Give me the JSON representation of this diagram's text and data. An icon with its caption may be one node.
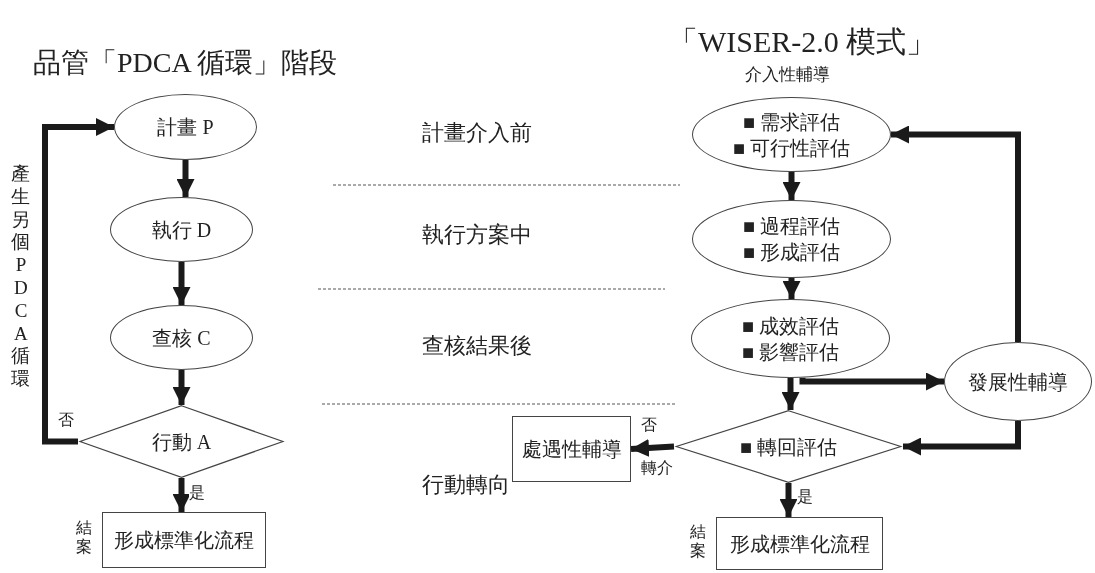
{
  "diagram": {
    "title": "品管「PDCA 循環」階段",
    "nodes": [
      {
        "text": [
          "計畫 P"
        ]
      },
      {
        "text": [
          "執行 D"
        ]
      },
      {
        "text": [
          "查核 C"
        ]
      },
      {
        "text": [
          "行動 A"
        ]
      },
      {
        "text": [
          "形成標準化流程"
        ],
        "beside": [
          "結案"
        ]
      },
      {
        "text": [
          "■ 需求評估",
          "■ 可行性評估"
        ]
      },
      {
        "text": [
          "■ 過程評估",
          "■ 形成評估"
        ]
      },
      {
        "text": [
          "■ 成效評估",
          "■ 影響評估"
        ]
      },
      {
        "text": [
          "發展性輔導"
        ]
      },
      {
        "text": [
          "■ 轉回評估"
        ]
      },
      {
        "text": [
          "處遇性輔導"
        ]
      },
      {
        "text": [
          "形成標準化流程"
        ],
        "beside": [
          "結案"
        ]
      }
    ],
    "edges": [
      {
        "from": 0,
        "to": 1,
        "arrow": "to"
      },
      {
        "from": 1,
        "to": 2,
        "arrow": "to"
      },
      {
        "from": 2,
        "to": 3,
        "arrow": "to"
      },
      {
        "from": 3,
        "to": 0,
        "arrow": "to",
        "label": "否"
      },
      {
        "from": 3,
        "to": 4,
        "arrow": "to",
        "label": "是"
      },
      {
        "from": 5,
        "to": 6,
        "arrow": "to"
      },
      {
        "from": 6,
        "to": 7,
        "arrow": "to"
      },
      {
        "from": 7,
        "to": 9,
        "arrow": "to"
      },
      {
        "from": 7,
        "to": 8,
        "arrow": "to"
      },
      {
        "from": 8,
        "to": 5,
        "arrow": "to"
      },
      {
        "from": 8,
        "to": 9,
        "arrow": "to"
      },
      {
        "from": 9,
        "to": 10,
        "arrow": "to",
        "label": "否"
      },
      {
        "from": 9,
        "to": 11,
        "arrow": "to",
        "label": "是"
      }
    ],
    "labels": [
      "「WISER-2.0 模式」",
      "介入性輔導",
      "產生另個PDCA循環",
      "計畫介入前",
      "執行方案中",
      "查核結果後",
      "轉介",
      "行動轉向"
    ]
  }
}
